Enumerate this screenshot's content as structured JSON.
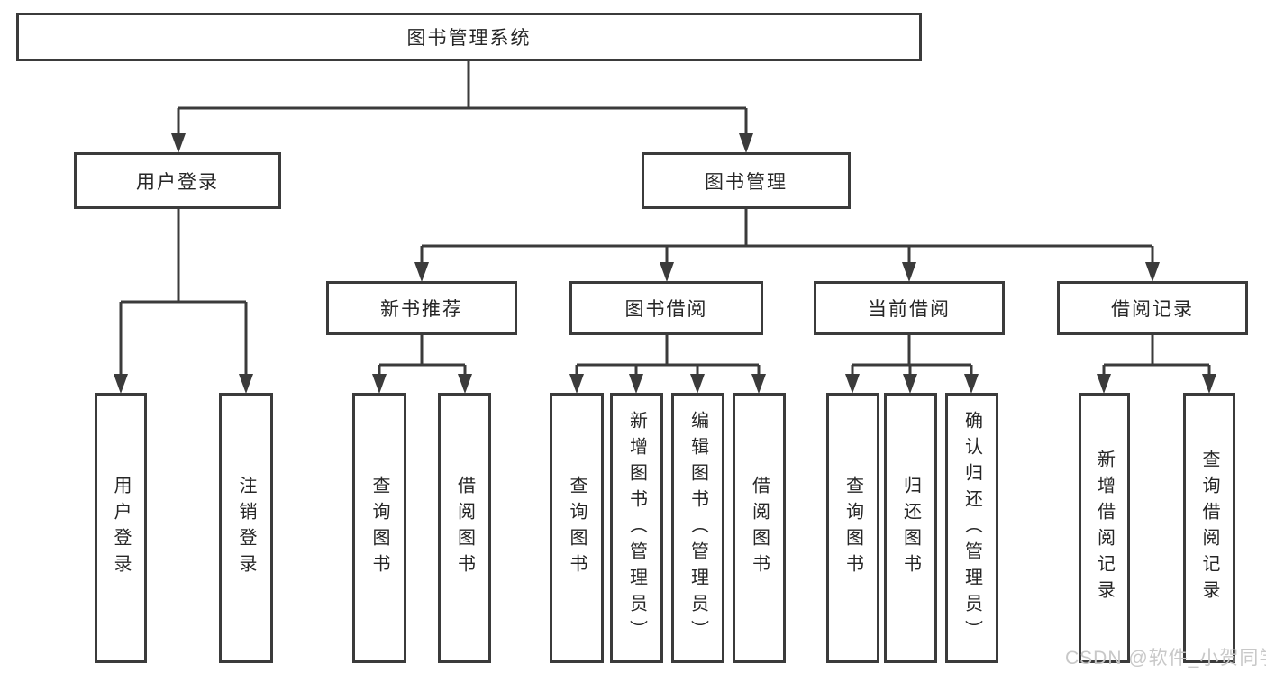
{
  "tree": {
    "root": "图书管理系统",
    "branches": [
      {
        "label": "用户登录",
        "leaves": [
          "用户登录",
          "注销登录"
        ]
      },
      {
        "label": "图书管理",
        "groups": [
          {
            "label": "新书推荐",
            "leaves": [
              "查询图书",
              "借阅图书"
            ]
          },
          {
            "label": "图书借阅",
            "leaves": [
              "查询图书",
              "新增图书（管理员）",
              "编辑图书（管理员）",
              "借阅图书"
            ]
          },
          {
            "label": "当前借阅",
            "leaves": [
              "查询图书",
              "归还图书",
              "确认归还（管理员）"
            ]
          },
          {
            "label": "借阅记录",
            "leaves": [
              "新增借阅记录",
              "查询借阅记录"
            ]
          }
        ]
      }
    ]
  },
  "watermark": "CSDN @软件_小贺同学",
  "colors": {
    "line": "#3b3b3b",
    "text": "#262626",
    "watermark": "#c8c8c8",
    "background": "#ffffff"
  }
}
